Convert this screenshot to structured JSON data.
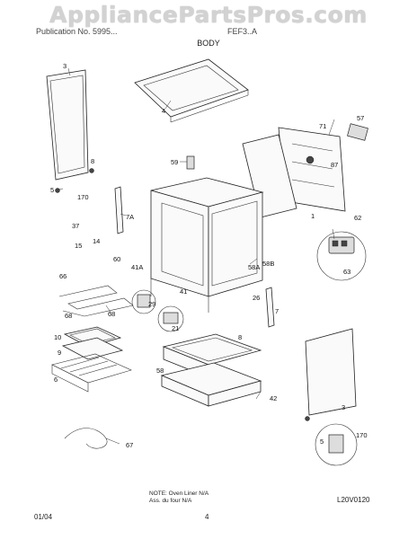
{
  "watermark": "AppliancePartsPros.com",
  "header": {
    "left": "Publication No. 5995...",
    "right": "FEF3..A",
    "section": "BODY"
  },
  "footer": {
    "date": "01/04",
    "page": "4"
  },
  "note": {
    "line1": "NOTE: Oven Liner N/A",
    "line2": "Ass. du four N/A"
  },
  "diagram_code": "L20V0120",
  "callouts": {
    "c3a": "3",
    "c4": "4",
    "c71": "71",
    "c57": "57",
    "c8a": "8",
    "c59": "59",
    "c87": "87",
    "c5a": "5",
    "c170a": "170",
    "c7a_label": "7A",
    "c37": "37",
    "c1": "1",
    "c62": "62",
    "c14": "14",
    "c15": "15",
    "c60": "60",
    "c41a": "41A",
    "c58a": "58A",
    "c58b": "58B",
    "c63": "63",
    "c66": "66",
    "c68a": "68",
    "c68b": "68",
    "c41": "41",
    "c29": "29",
    "c21": "21",
    "c26": "26",
    "c7": "7",
    "c10": "10",
    "c9": "9",
    "c6": "6",
    "c8b": "8",
    "c58": "58",
    "c42": "42",
    "c3b": "3",
    "c5b": "5",
    "c170b": "170",
    "c67": "67"
  }
}
